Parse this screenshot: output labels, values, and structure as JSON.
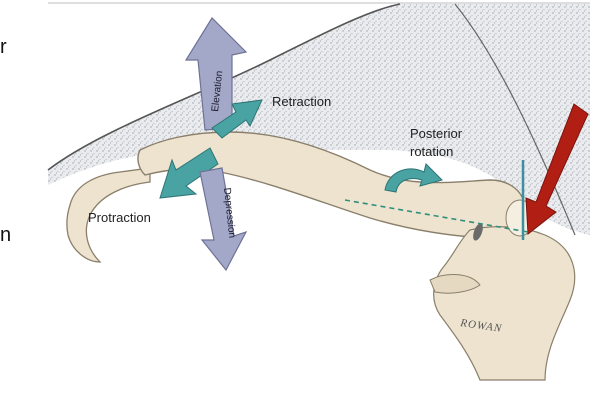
{
  "side_text": {
    "left_top": "r",
    "left_bottom": "n"
  },
  "labels": {
    "elevation": "Elevation",
    "retraction": "Retraction",
    "posterior_rotation_line1": "Posterior",
    "posterior_rotation_line2": "rotation",
    "protraction": "Protraction",
    "depression": "Depression"
  },
  "signature": "ROWAN",
  "colors": {
    "bone": "#ede3cf",
    "bone_outline": "#8a7f6a",
    "skin_shadow": "#d9dce0",
    "teal_arrow": "#4aa3a3",
    "purple_arrow": "#a4a8c8",
    "pointer_arrow": "#b01e14",
    "axis_line": "#2f8f7c"
  },
  "icons": {
    "pointer": "red-pointer-arrow",
    "rotation": "curved-rotation-arrow"
  }
}
